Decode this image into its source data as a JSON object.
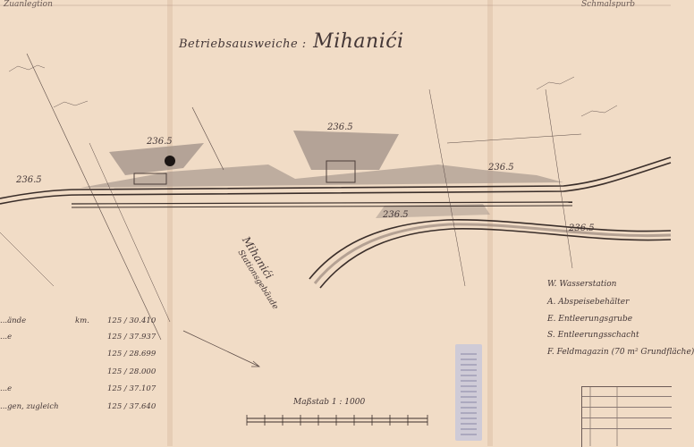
{
  "title": {
    "prefix": "Betriebsausweiche :",
    "name": "Mihanići"
  },
  "corner_left": "Zuanlegtion",
  "corner_right": "Schmalspurb",
  "elevations": [
    "236.5",
    "236.5",
    "236.5",
    "236.5",
    "236.5",
    "236.5"
  ],
  "station": {
    "name": "Mihanići",
    "sub": "Stationsgebäude"
  },
  "scale": {
    "label": "Maßstab 1 : 1000"
  },
  "legend": [
    "W. Wasserstation",
    "A. Abspeisebehälter",
    "E. Entleerungsgrube",
    "S. Entleerungsschacht",
    "F. Feldmagazin (70 m² Grundfläche)"
  ],
  "km_table": [
    {
      "label": "...ände",
      "prefix": "km.",
      "value": "125 / 30.410"
    },
    {
      "label": "...e",
      "prefix": "",
      "value": "125 / 37.937"
    },
    {
      "label": "",
      "prefix": "",
      "value": "125 / 28.699"
    },
    {
      "label": "",
      "prefix": "",
      "value": "125 / 28.000"
    },
    {
      "label": "...e",
      "prefix": "",
      "value": "125 / 37.107"
    },
    {
      "label": "...gen, zugleich",
      "prefix": "",
      "value": "125 / 37.640"
    }
  ],
  "colors": {
    "paper": "#f1dcc6",
    "ink": "#3a2e2a",
    "stamp": "#c6c7dd"
  }
}
